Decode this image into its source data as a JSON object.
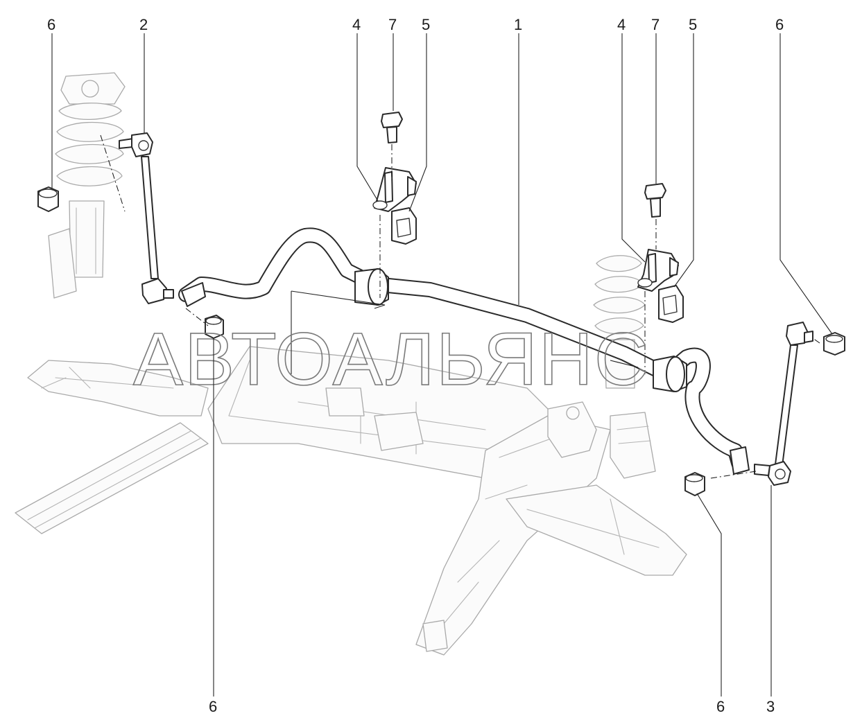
{
  "watermark": "АВТОАЛЬЯНС",
  "callouts": {
    "c1": "1",
    "c2": "2",
    "c3": "3",
    "c4_left": "4",
    "c4_right": "4",
    "c5_left": "5",
    "c5_right": "5",
    "c6_top_left": "6",
    "c6_top_right": "6",
    "c6_bottom_left": "6",
    "c6_bottom_right": "6",
    "c7_left": "7",
    "c7_right": "7"
  }
}
